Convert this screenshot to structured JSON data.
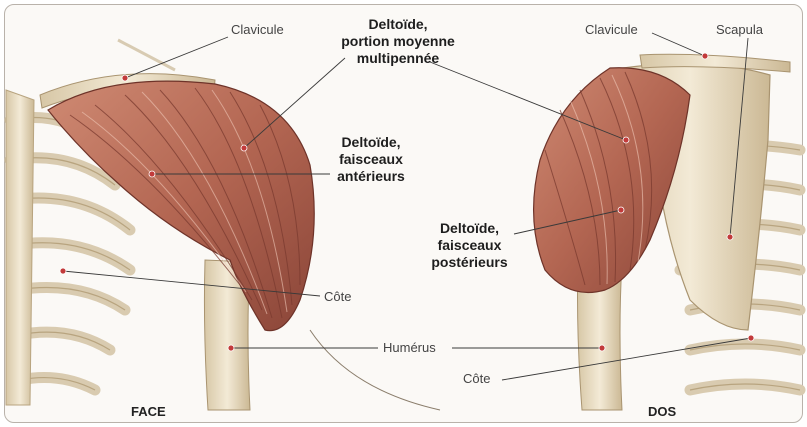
{
  "labels": {
    "clavicule_left": "Clavicule",
    "deltoide_moyenne_1": "Deltoïde,",
    "deltoide_moyenne_2": "portion moyenne",
    "deltoide_moyenne_3": "multipennée",
    "deltoide_ant_1": "Deltoïde,",
    "deltoide_ant_2": "faisceaux",
    "deltoide_ant_3": "antérieurs",
    "cote_left": "Côte",
    "clavicule_right": "Clavicule",
    "scapula": "Scapula",
    "deltoide_post_1": "Deltoïde,",
    "deltoide_post_2": "faisceaux",
    "deltoide_post_3": "postérieurs",
    "humerus": "Humérus",
    "cote_right": "Côte"
  },
  "views": {
    "front": "FACE",
    "back": "DOS"
  },
  "colors": {
    "muscle": "#b86d58",
    "muscle_dark": "#8c4a3c",
    "bone": "#ece1c9",
    "bone_shadow": "#cdbb9a",
    "leader": "#3a3a3a",
    "dot": "#c23a3a"
  }
}
